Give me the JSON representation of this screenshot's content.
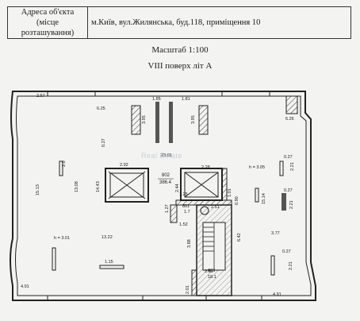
{
  "header": {
    "address_label": "Адреса об'єкта (місце розташування)",
    "address_label_line1": "Адреса об'єкта",
    "address_label_line2": "(місце розташування)",
    "address_value": "м.Київ, вул.Жилянська, буд.118, приміщення 10"
  },
  "scale_text": "Масштаб 1:100",
  "floor_title": "VIII поверх літ А",
  "watermark": "Real Estate",
  "plan": {
    "dim_257": "2.57",
    "dim_625": "6.25",
    "dim_185": "1.85",
    "dim_181": "1.81",
    "dim_395a": "3.95",
    "dim_395b": "3.95",
    "dim_626": "6.26",
    "dim_027a": "0.27",
    "dim_2301": "23.01",
    "dim_292": "2.92",
    "dim_228": "2.28",
    "dim_h305": "h = 3.05",
    "dim_027b": "0.27",
    "dim_221a": "2.21",
    "dim_1513": "15.13",
    "dim_2a": "2.0",
    "dim_1308": "13.08",
    "dim_1443": "14.43",
    "room_802": "802",
    "area_802": "386.4",
    "dim_244": "2.44",
    "dim_125": "1.25",
    "dim_101": "1.01",
    "dim_090": "0.90",
    "dim_1514": "15.14",
    "dim_027c": "0.27",
    "dim_221b": "2.21",
    "dim_127": "1.27",
    "dim_251": "2.51",
    "room_801": "801",
    "area_801": "1.7",
    "dim_152": "1.52",
    "dim_h301": "h = 3.01",
    "dim_1322": "13.22",
    "dim_388": "3.88",
    "dim_642": "6.42",
    "dim_377": "3.77",
    "dim_027d": "0.27",
    "dim_221c": "2.21",
    "dim_115": "1.15",
    "dim_251b": "2.51",
    "room_803": "803",
    "area_803": "18.1",
    "dim_491a": "4.91",
    "dim_201": "2.01",
    "dim_491b": "4.91"
  },
  "colors": {
    "background": "#f3f3f1",
    "ink": "#1a1a1a",
    "wall_fill": "#bdbdbd"
  }
}
